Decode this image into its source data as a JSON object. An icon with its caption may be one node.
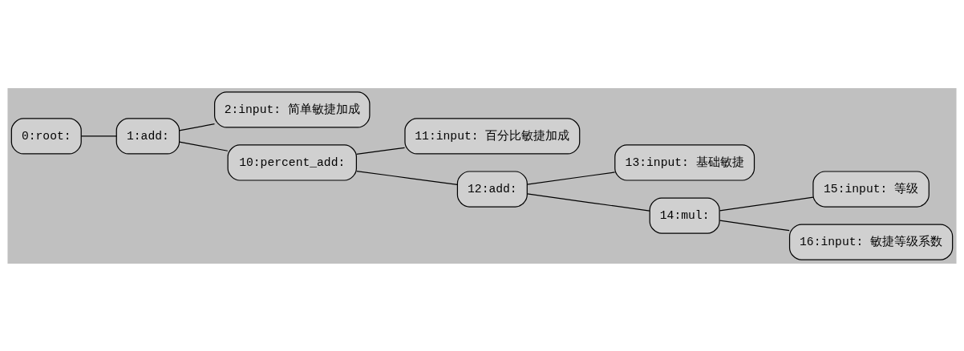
{
  "diagram": {
    "nodes": [
      {
        "text": [
          "0:root:"
        ]
      },
      {
        "text": [
          "1:add:"
        ]
      },
      {
        "text": [
          "2:input: 简单敏捷加成"
        ]
      },
      {
        "text": [
          "10:percent_add:"
        ]
      },
      {
        "text": [
          "11:input: 百分比敏捷加成"
        ]
      },
      {
        "text": [
          "12:add:"
        ]
      },
      {
        "text": [
          "13:input: 基础敏捷"
        ]
      },
      {
        "text": [
          "14:mul:"
        ]
      },
      {
        "text": [
          "15:input: 等级"
        ]
      },
      {
        "text": [
          "16:input: 敏捷等级系数"
        ]
      }
    ],
    "edges": [
      {
        "from": 0,
        "to": 1,
        "arrow": "none"
      },
      {
        "from": 1,
        "to": 2,
        "arrow": "none"
      },
      {
        "from": 1,
        "to": 3,
        "arrow": "none"
      },
      {
        "from": 3,
        "to": 4,
        "arrow": "none"
      },
      {
        "from": 3,
        "to": 5,
        "arrow": "none"
      },
      {
        "from": 5,
        "to": 6,
        "arrow": "none"
      },
      {
        "from": 5,
        "to": 7,
        "arrow": "none"
      },
      {
        "from": 7,
        "to": 8,
        "arrow": "none"
      },
      {
        "from": 7,
        "to": 9,
        "arrow": "none"
      }
    ]
  }
}
